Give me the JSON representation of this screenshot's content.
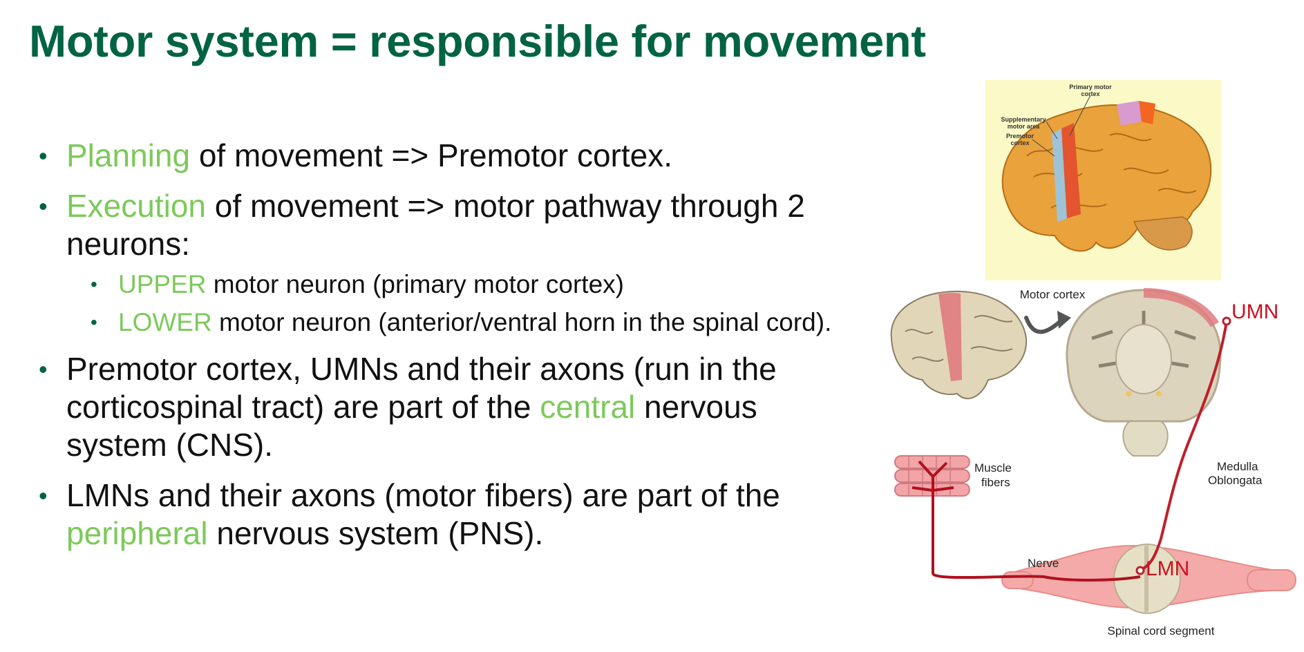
{
  "slide": {
    "title": "Motor system = responsible for movement",
    "bullets": {
      "b1": {
        "highlight": "Planning",
        "text": " of movement => Premotor cortex."
      },
      "b2": {
        "highlight": "Execution",
        "text": " of movement => motor pathway through 2 neurons:"
      },
      "sub1": {
        "highlight": "UPPER",
        "text": " motor neuron (primary motor cortex)"
      },
      "sub2": {
        "highlight": "LOWER",
        "text": " motor neuron (anterior/ventral horn in the spinal cord)."
      },
      "b3": {
        "pre": "Premotor cortex, UMNs and their axons (run in the corticospinal tract) are part of the ",
        "highlight": "central",
        "post": " nervous system (CNS)."
      },
      "b4": {
        "pre": "LMNs and their axons (motor fibers) are part of the ",
        "highlight": "peripheral",
        "post": " nervous system (PNS)."
      }
    }
  },
  "figures": {
    "brain_top": {
      "labels": {
        "primary1": "Primary motor",
        "primary2": "cortex",
        "supp1": "Supplementary",
        "supp2": "motor area",
        "premotor1": "Premotor",
        "premotor2": "cortex"
      }
    },
    "pathway": {
      "labels": {
        "motor_cortex": "Motor cortex",
        "umn": "UMN",
        "muscle1": "Muscle",
        "muscle2": "fibers",
        "medulla1": "Medulla",
        "medulla2": "Oblongata",
        "nerve": "Nerve",
        "lmn": "LMN",
        "spinal": "Spinal cord segment"
      }
    }
  },
  "colors": {
    "title": "#006343",
    "highlight": "#7cc95a",
    "pathway": "#c01e2a",
    "umn_label": "#cc1020"
  }
}
